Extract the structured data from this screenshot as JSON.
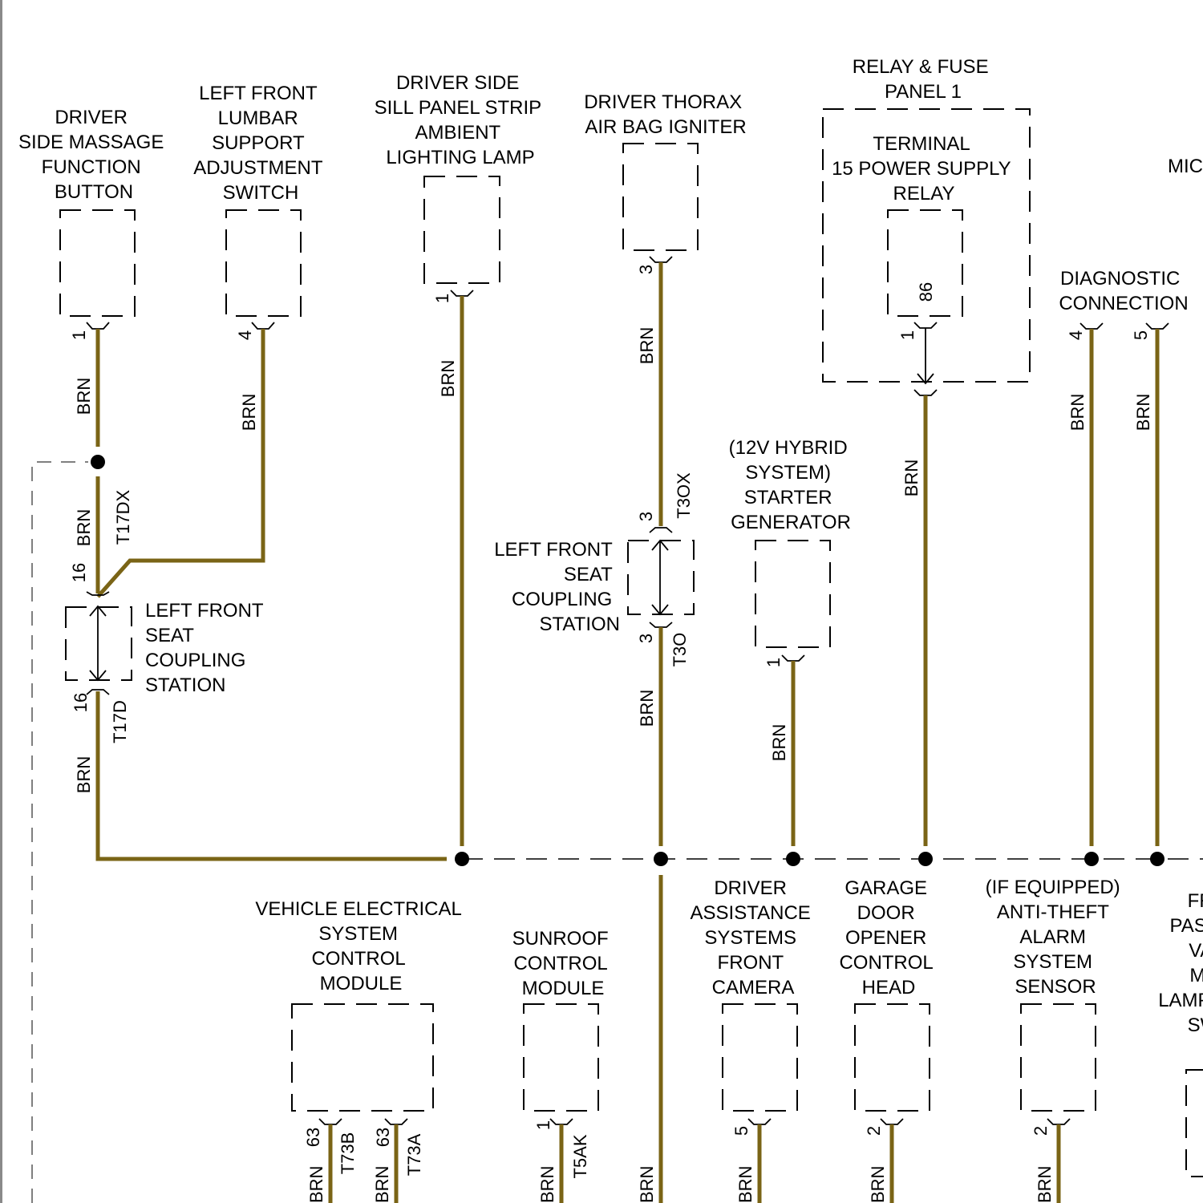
{
  "diagram": {
    "wire_color_hex": "#7a6416",
    "wire_color_code": "BRN",
    "components": [
      {
        "id": "massage",
        "label": [
          "DRIVER",
          "SIDE MASSAGE",
          "FUNCTION",
          "BUTTON"
        ],
        "pin": "1"
      },
      {
        "id": "lumbar",
        "label": [
          "LEFT FRONT",
          "LUMBAR",
          "SUPPORT",
          "ADJUSTMENT",
          "SWITCH"
        ],
        "pin": "4"
      },
      {
        "id": "sill",
        "label": [
          "DRIVER SIDE",
          "SILL PANEL STRIP",
          "AMBIENT",
          "LIGHTING LAMP"
        ],
        "pin": "1"
      },
      {
        "id": "thorax",
        "label": [
          "DRIVER THORAX",
          "AIR BAG IGNITER"
        ],
        "pin": "3"
      },
      {
        "id": "relay_panel",
        "label": [
          "RELAY & FUSE",
          "PANEL 1"
        ]
      },
      {
        "id": "relay",
        "label": [
          "TERMINAL",
          "15 POWER SUPPLY",
          "RELAY"
        ],
        "pin": "1",
        "inner_pin": "86"
      },
      {
        "id": "mic",
        "label": [
          "MIC"
        ]
      },
      {
        "id": "diag",
        "label": [
          "DIAGNOSTIC",
          "CONNECTION"
        ],
        "pins": [
          "4",
          "5"
        ]
      },
      {
        "id": "starter",
        "label": [
          "(12V HYBRID",
          "SYSTEM)",
          "STARTER",
          "GENERATOR"
        ],
        "pin": "1"
      },
      {
        "id": "seat_coupling_left",
        "label": [
          "LEFT FRONT",
          "SEAT",
          "COUPLING",
          "STATION"
        ],
        "pin_top": "16",
        "pin_bottom": "16",
        "conn_top": "T17DX",
        "conn_bottom": "T17D"
      },
      {
        "id": "seat_coupling_mid",
        "label": [
          "LEFT FRONT",
          "SEAT",
          "COUPLING",
          "STATION"
        ],
        "pin_top": "3",
        "pin_bottom": "3",
        "conn_top": "T3OX",
        "conn_bottom": "T3O"
      },
      {
        "id": "vecm",
        "label": [
          "VEHICLE ELECTRICAL",
          "SYSTEM",
          "CONTROL",
          "MODULE"
        ],
        "pins": [
          "63",
          "63"
        ],
        "conns": [
          "T73B",
          "T73A"
        ]
      },
      {
        "id": "sunroof",
        "label": [
          "SUNROOF",
          "CONTROL",
          "MODULE"
        ],
        "pin": "1",
        "conn": "T5AK"
      },
      {
        "id": "camera",
        "label": [
          "DRIVER",
          "ASSISTANCE",
          "SYSTEMS",
          "FRONT",
          "CAMERA"
        ],
        "pin": "5"
      },
      {
        "id": "garage",
        "label": [
          "GARAGE",
          "DOOR",
          "OPENER",
          "CONTROL",
          "HEAD"
        ],
        "pin": "2"
      },
      {
        "id": "alarm",
        "label": [
          "(IF EQUIPPED)",
          "ANTI-THEFT",
          "ALARM",
          "SYSTEM",
          "SENSOR"
        ],
        "pin": "2"
      },
      {
        "id": "vanity",
        "label": [
          "FR",
          "PASS",
          "VA",
          "MI",
          "LAMP",
          "SW"
        ]
      }
    ]
  }
}
